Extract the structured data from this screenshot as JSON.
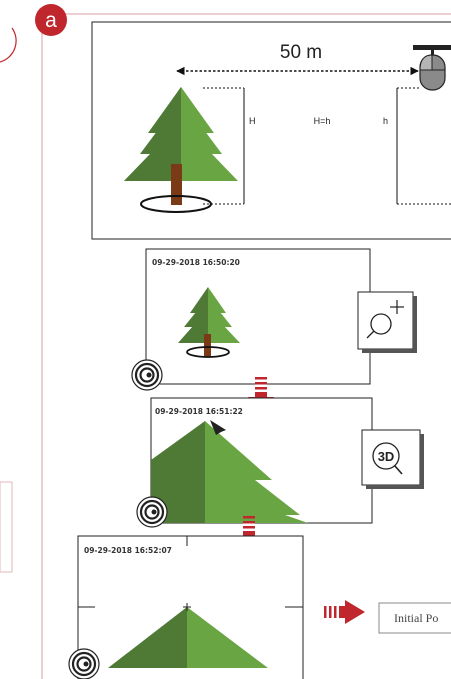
{
  "panel_label": "a",
  "top_scene": {
    "distance": "50 m",
    "label_tree_height": "H",
    "label_equal": "H=h",
    "label_measured_height": "h"
  },
  "frames": [
    {
      "timestamp": "09-29-2018 16:50:20"
    },
    {
      "timestamp": "09-29-2018 16:51:22"
    },
    {
      "timestamp": "09-29-2018 16:52:07"
    }
  ],
  "side_box_text": "Initial Po",
  "icons": [
    "mouse-icon",
    "zoom-in-icon",
    "3d-zoom-icon",
    "camera-lens-icon",
    "down-arrow-icon",
    "right-arrow-icon"
  ],
  "colors": {
    "accent_red": "#c0272d",
    "tree_light": "#6aa544",
    "tree_dark": "#4f7a36",
    "trunk": "#7b3a16",
    "border_pink": "#d9a0a3"
  }
}
